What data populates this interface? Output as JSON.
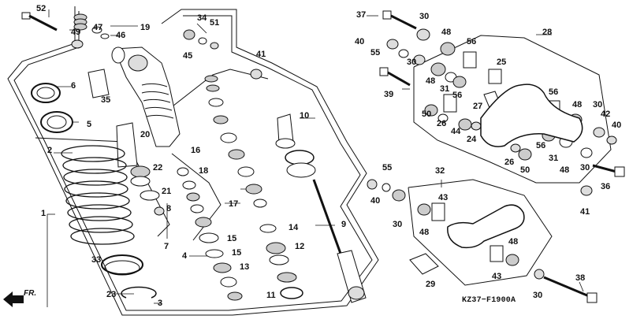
{
  "diagram": {
    "code": "KZ37−F1900A",
    "direction_label": "FR.",
    "callouts": [
      "52",
      "49",
      "47",
      "46",
      "19",
      "34",
      "51",
      "45",
      "41",
      "6",
      "35",
      "5",
      "20",
      "2",
      "22",
      "18",
      "16",
      "21",
      "8",
      "1",
      "15",
      "4",
      "7",
      "13",
      "33",
      "23",
      "3",
      "10",
      "17",
      "14",
      "12",
      "11",
      "9",
      "37",
      "30",
      "48",
      "56",
      "40",
      "55",
      "25",
      "28",
      "31",
      "39",
      "27",
      "50",
      "26",
      "44",
      "24",
      "42",
      "36",
      "32",
      "43",
      "29",
      "38"
    ]
  }
}
